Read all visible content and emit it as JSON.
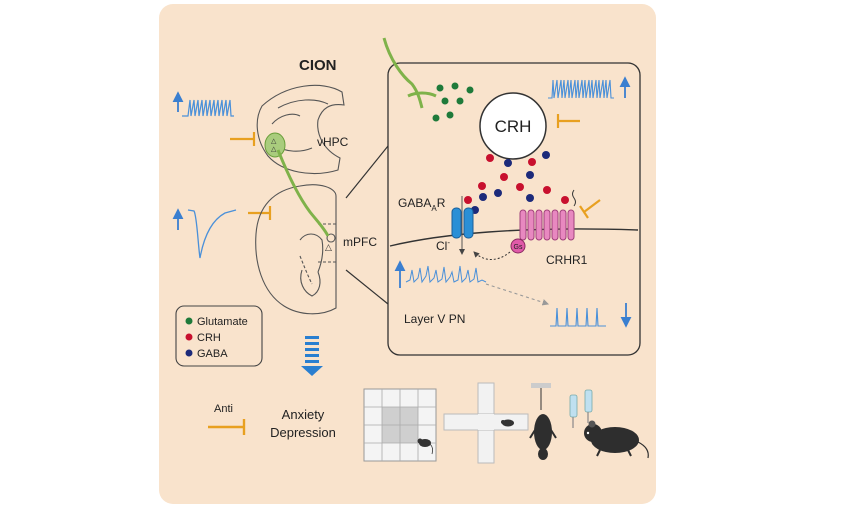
{
  "title": "CION",
  "regions": {
    "vhpc": "vHPC",
    "mpfc": "mPFC"
  },
  "zoom": {
    "crh_label": "CRH",
    "gabaa_main": "GABA",
    "gabaa_sub": "A",
    "gabaa_tail": "R",
    "chloride_main": "Cl",
    "chloride_sup": "-",
    "crhr1_label": "CRHR1",
    "gs_label": "Gs",
    "layer_label": "Layer V PN"
  },
  "legend": [
    {
      "label": "Glutamate",
      "color": "#1f7a3a"
    },
    {
      "label": "CRH",
      "color": "#c8102e"
    },
    {
      "label": "GABA",
      "color": "#1d2a7a"
    }
  ],
  "outcome": {
    "anti": "Anti",
    "line1": "Anxiety",
    "line2": "Depression"
  },
  "colors": {
    "panel_bg": "#f9e3cc",
    "axon_green": "#7fb24a",
    "inhibit_orange": "#e8a020",
    "trace_blue": "#4a90d9",
    "receptor_pink": "#e888c0",
    "receptor_blue": "#2a8fd6"
  },
  "icons": [
    "brain-section-vhpc",
    "brain-section-mpfc",
    "open-field-arena",
    "elevated-plus-maze",
    "tail-suspension-mouse",
    "sucrose-preference-mouse"
  ]
}
